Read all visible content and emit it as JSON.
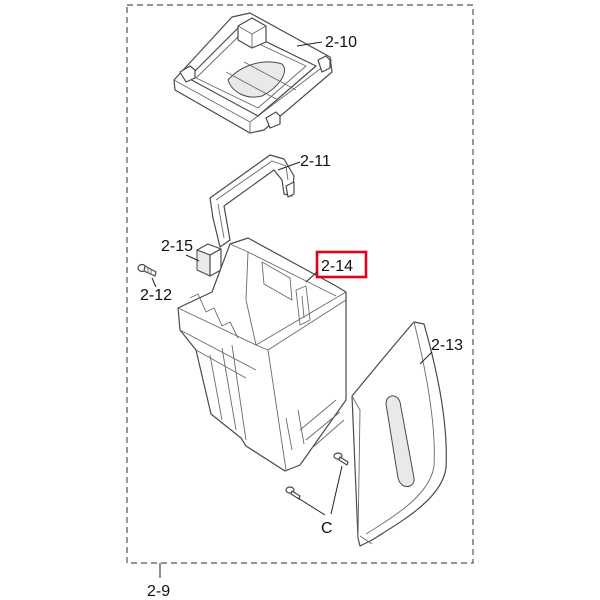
{
  "labels": {
    "lid": "2-10",
    "handle": "2-11",
    "block": "2-15",
    "bin": "2-14",
    "screw": "2-12",
    "panel": "2-13",
    "screws_c": "C",
    "assembly": "2-9"
  },
  "colors": {
    "highlight": "#e3001b",
    "line": "#4a4a4a"
  }
}
